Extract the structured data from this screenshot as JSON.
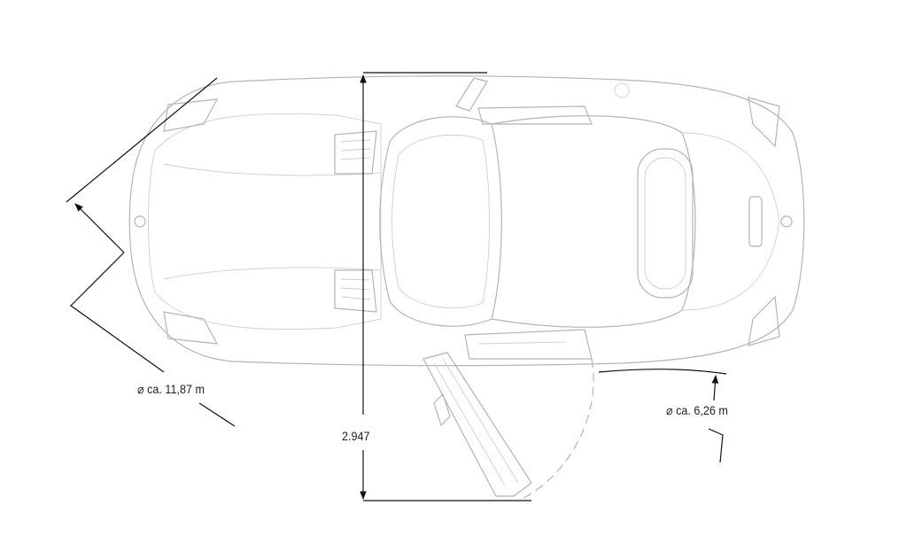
{
  "labels": {
    "turning_circle": "⌀ ca. 11,87 m",
    "wheelbase_width": "2.947",
    "door_swing_circle": "⌀ ca. 6,26 m"
  },
  "colors": {
    "drawing_line": "#b4b4b4",
    "dimension_line": "#111111"
  }
}
